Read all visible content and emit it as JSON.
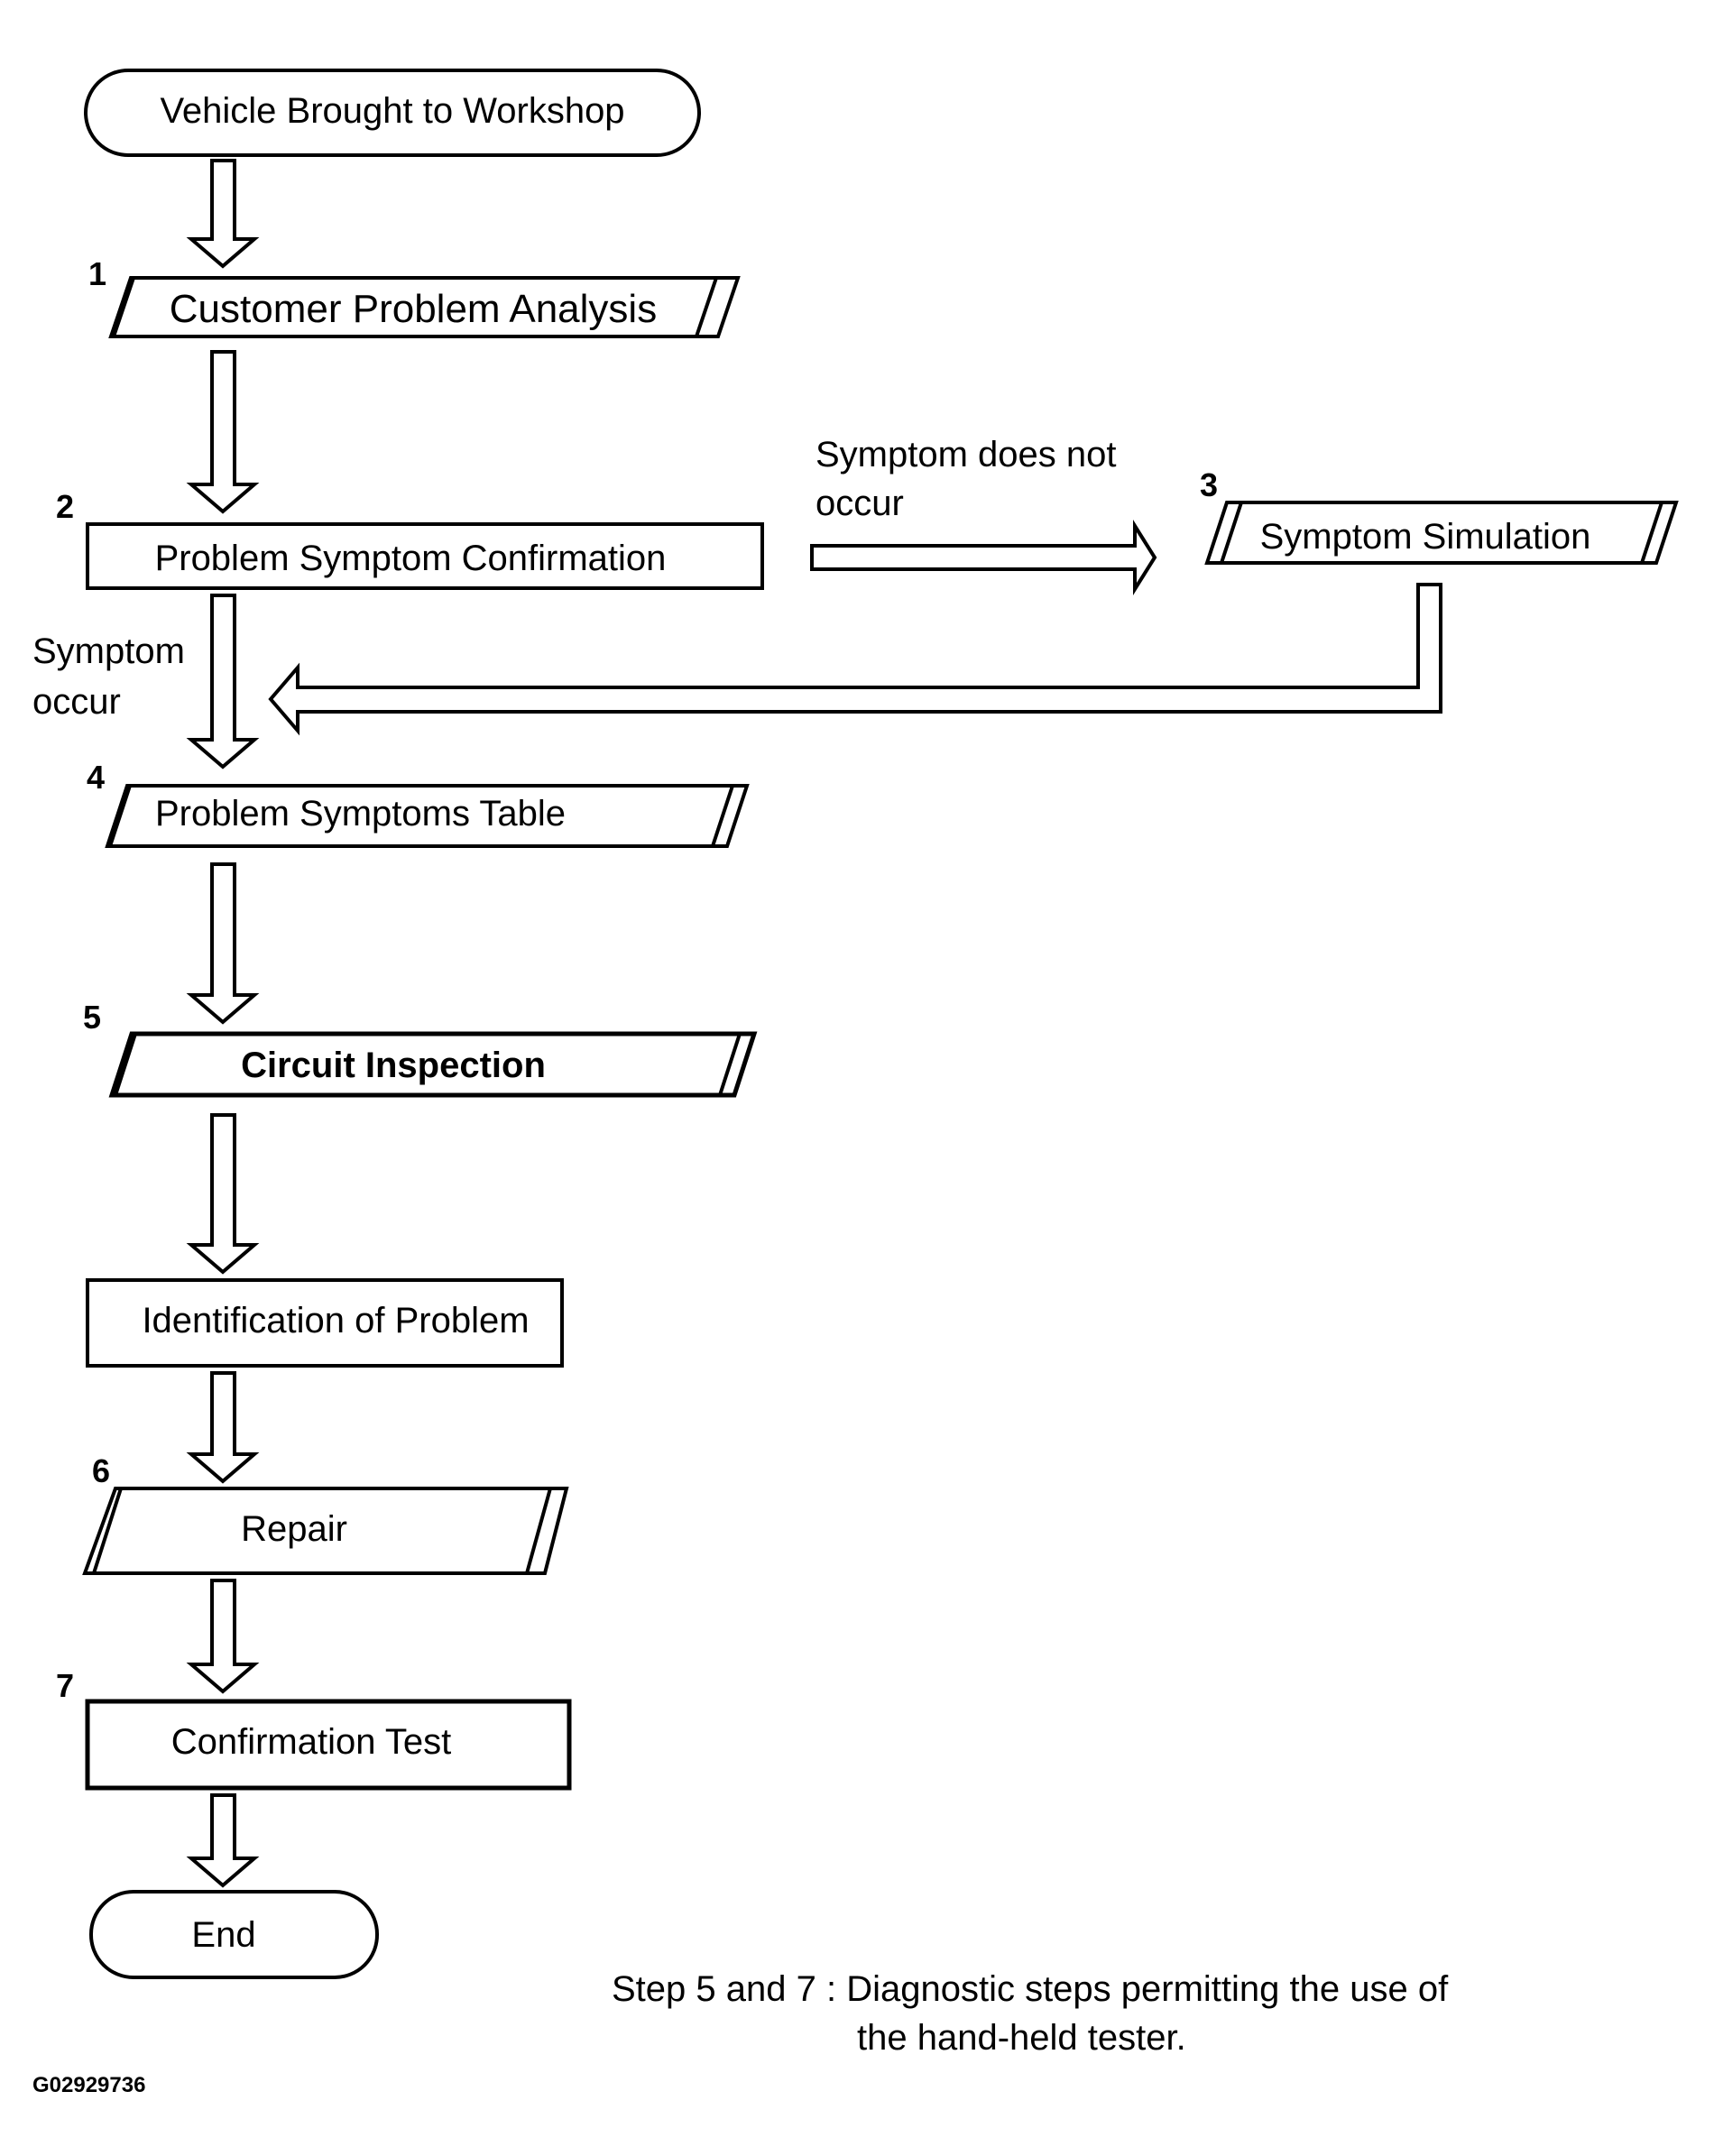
{
  "nodes": {
    "start": "Vehicle Brought to Workshop",
    "customer_problem_analysis": "Customer Problem Analysis",
    "problem_symptom_confirmation": "Problem Symptom Confirmation",
    "symptom_simulation": "Symptom Simulation",
    "problem_symptoms_table": "Problem Symptoms Table",
    "circuit_inspection": "Circuit Inspection",
    "identification_of_problem": "Identification of Problem",
    "repair": "Repair",
    "confirmation_test": "Confirmation Test",
    "end": "End"
  },
  "step_numbers": {
    "s1": "1",
    "s2": "2",
    "s3": "3",
    "s4": "4",
    "s5": "5",
    "s6": "6",
    "s7": "7"
  },
  "labels": {
    "symptom_does_not_occur_line1": "Symptom does not",
    "symptom_does_not_occur_line2": "occur",
    "symptom_occur_line1": "Symptom",
    "symptom_occur_line2": "occur"
  },
  "note": {
    "line1": "Step 5 and 7 : Diagnostic steps permitting the use of",
    "line2": "the hand-held tester."
  },
  "figure_id": "G02929736"
}
